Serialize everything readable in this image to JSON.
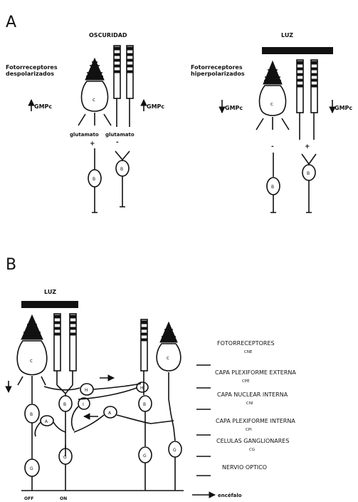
{
  "panel_a": {
    "letter": "A",
    "dark": {
      "title": "OSCURIDAD",
      "receptor_label_1": "Fotorreceptores",
      "receptor_label_2": "despolarizados",
      "gmp_left": "GMPc",
      "gmp_right": "GMPc",
      "cone_letter": "c",
      "transmitter_1": "glutamato",
      "transmitter_2": "glutamato",
      "sign_1": "+",
      "sign_2": "-",
      "bipolar_letter_1": "B",
      "bipolar_letter_2": "B"
    },
    "light": {
      "title": "LUZ",
      "receptor_label_1": "Fotorreceptores",
      "receptor_label_2": "hiperpolarizados",
      "gmp_left": "GMPc",
      "gmp_right": "GMPc",
      "cone_letter": "c",
      "sign_1": "-",
      "sign_2": "+",
      "bipolar_letter_1": "B",
      "bipolar_letter_2": "B"
    }
  },
  "panel_b": {
    "letter": "B",
    "light_title": "LUZ",
    "cone_letter_1": "c",
    "cone_letter_2": "c",
    "cell_letters": {
      "bipolar_left": "B",
      "bipolar_center": "B",
      "bipolar_right": "B",
      "horizontal_1": "H",
      "horizontal_2": "H",
      "amacrine_1": "A",
      "amacrine_2": "A",
      "interplexiform": "I",
      "ganglion_left": "G",
      "ganglion_center": "G",
      "ganglion_right_1": "G",
      "ganglion_right_2": "G"
    },
    "layers": [
      {
        "name": "FOTORRECEPTORES",
        "abbr": "CNE"
      },
      {
        "name": "CAPA PLEXIFORME EXTERNA",
        "abbr": "CPE"
      },
      {
        "name": "CAPA NUCLEAR INTERNA",
        "abbr": "CNI"
      },
      {
        "name": "CAPA PLEXIFORME INTERNA",
        "abbr": "CPI"
      },
      {
        "name": "CELULAS GANGLIONARES",
        "abbr": "CG"
      },
      {
        "name": "NERVIO OPTICO",
        "abbr": ""
      }
    ],
    "bottom_left_1": "OFF",
    "bottom_left_2": "ON",
    "bottom_arrow_label": "encéfalo"
  }
}
